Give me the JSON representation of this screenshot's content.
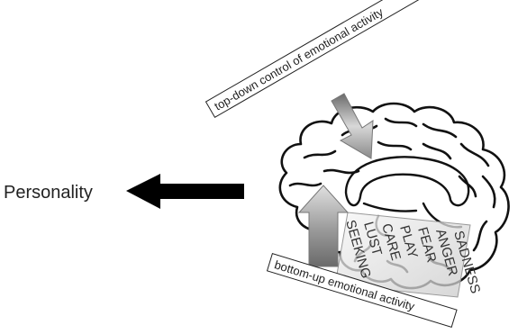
{
  "diagram": {
    "personality_label": "Personality",
    "top_down_label": "top-down control of emotional activity",
    "bottom_up_label": "bottom-up emotional activity",
    "emotional_systems": [
      "SEEKING",
      "LUST",
      "CARE",
      "PLAY",
      "FEAR",
      "ANGER",
      "SADNESS"
    ]
  }
}
